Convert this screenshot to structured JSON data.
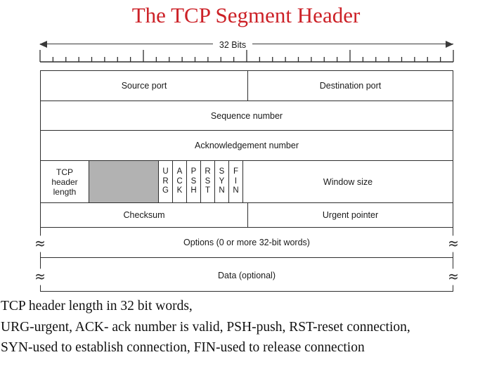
{
  "slide": {
    "title": "The TCP Segment Header"
  },
  "diagram": {
    "width_label": "32 Bits",
    "ruler": {
      "bits": 32,
      "major_every": 8
    },
    "fields": {
      "source_port": "Source port",
      "destination_port": "Destination port",
      "sequence_number": "Sequence number",
      "acknowledgement_number": "Acknowledgement number",
      "tcp_header_length": "TCP\nheader\nlength",
      "flags": [
        "U\nR\nG",
        "A\nC\nK",
        "P\nS\nH",
        "R\nS\nT",
        "S\nY\nN",
        "F\nI\nN"
      ],
      "window_size": "Window size",
      "checksum": "Checksum",
      "urgent_pointer": "Urgent pointer",
      "options": "Options (0 or more 32-bit words)",
      "data": "Data (optional)"
    },
    "break_mark": "≈"
  },
  "notes": {
    "line1": "TCP header length in 32 bit words,",
    "line2": "URG-urgent, ACK- ack number is valid, PSH-push, RST-reset connection,",
    "line3": "SYN-used to establish connection, FIN-used to release connection"
  },
  "colors": {
    "title_red": "#cc2127",
    "border": "#2e2e2e",
    "reserved_gray": "#b2b2b2",
    "background": "#ffffff"
  }
}
